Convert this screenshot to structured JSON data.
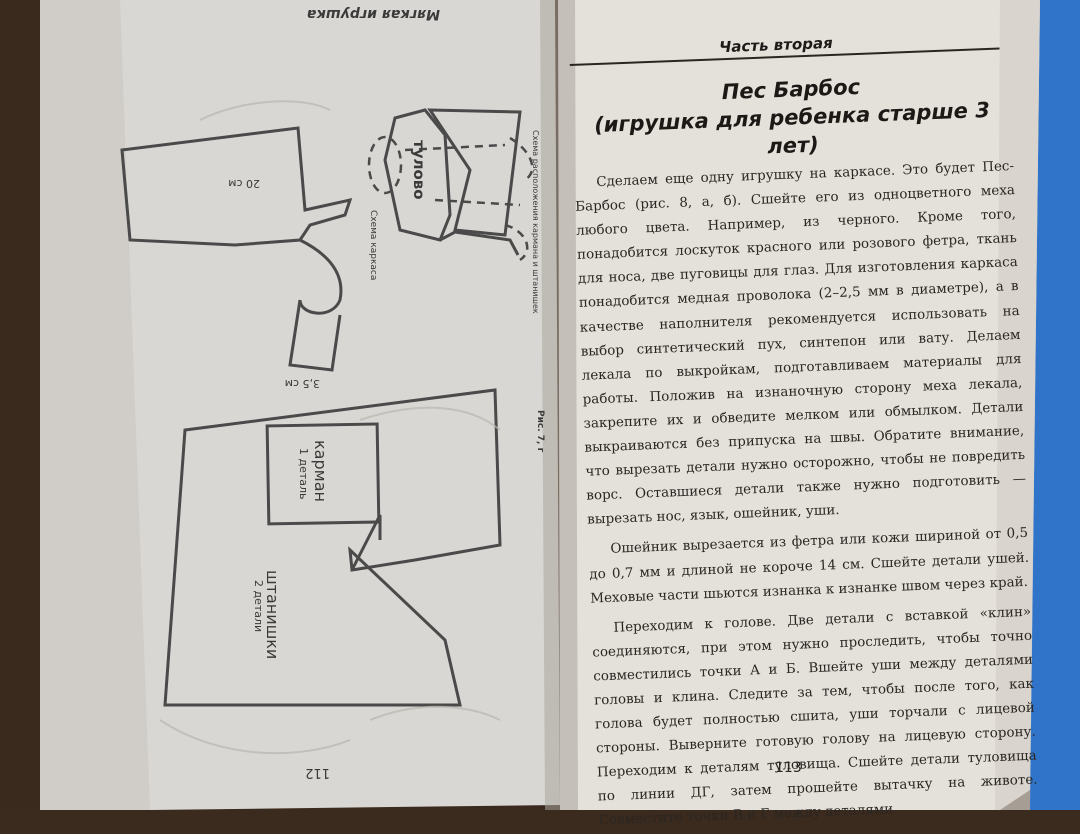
{
  "left_page": {
    "running_head": "Мягкая игрушка",
    "page_number": "112",
    "figure_caption": "Рис. 7, г",
    "labels": {
      "tulovo": "тулово",
      "schema_note": "Схема расположения кармана и штанишек",
      "schema_karkasa": "Схема каркаса",
      "measure_20": "20 см",
      "measure_35": "3,5 см",
      "karman": "карман",
      "karman_count": "1 деталь",
      "shtanishki": "штанишки",
      "shtanishki_count": "2 детали"
    }
  },
  "right_page": {
    "running_head": "Часть вторая",
    "title": "Пес Барбос",
    "subtitle": "(игрушка для ребенка старше 3 лет)",
    "paragraphs": [
      "Сделаем еще одну игрушку на каркасе. Это будет Пес-Барбос (рис. 8, а, б). Сшейте его из одноцветного меха любого цвета. Например, из черного. Кроме того, понадобится лоскуток красного или розового фетра, ткань для носа, две пуговицы для глаз. Для изготовления каркаса понадобится медная проволока (2–2,5 мм в диаметре), а в качестве наполнителя рекомендуется использовать на выбор синтетический пух, синтепон или вату. Делаем лекала по выкройкам, подготавливаем материалы для работы. Положив на изнаночную сторону меха лекала, закрепите их и обведите мелком или обмылком. Детали выкраиваются без припуска на швы. Обратите внимание, что вырезать детали нужно осторожно, чтобы не повредить ворс. Оставшиеся детали также нужно подготовить — вырезать нос, язык, ошейник, уши.",
      "Ошейник вырезается из фетра или кожи шириной от 0,5 до 0,7 мм и длиной не короче 14 см. Сшейте детали ушей. Меховые части шьются изнанка к изнанке швом через край.",
      "Переходим к голове. Две детали с вставкой «клин» соединяются, при этом нужно проследить, чтобы точно совместились точки А и Б. Вшейте уши между деталями головы и клина. Следите за тем, чтобы после того, как голова будет полностью сшита, уши торчали с лицевой стороны. Выверните готовую голову на лицевую сторону. Переходим к деталям туловища. Сшейте детали туловища по линии ДГ, затем прошейте вытачку на животе. Совместите точки В и Г между деталями"
    ],
    "page_number": "113"
  }
}
